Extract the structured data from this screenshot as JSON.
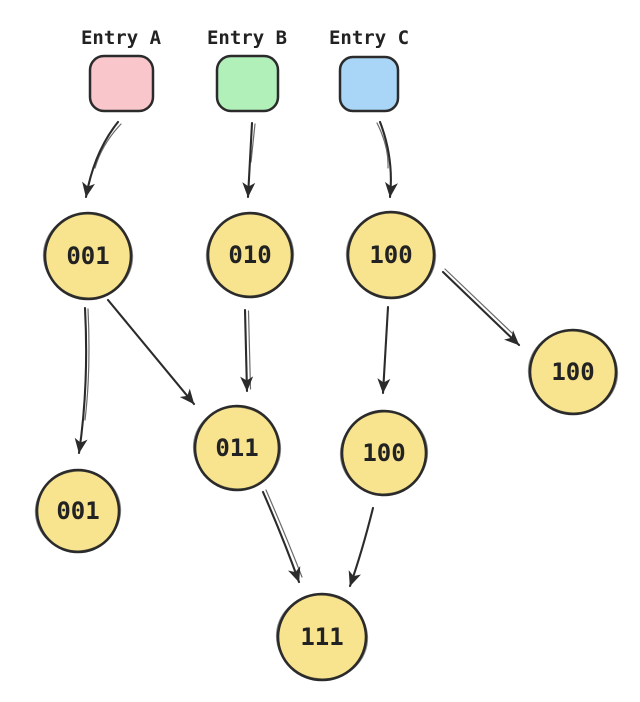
{
  "diagram": {
    "colors": {
      "background": "#ffffff",
      "stroke": "#2b2b2b",
      "text": "#222222",
      "node_fill": "#f8e48f",
      "entry_pink": "#f9c7cb",
      "entry_green": "#b2f0ba",
      "entry_blue": "#a9d6f7"
    },
    "node_fill": "#f8e48f",
    "entries": [
      {
        "id": "entry-a",
        "label": "Entry A",
        "fill": "#f9c7cb"
      },
      {
        "id": "entry-b",
        "label": "Entry B",
        "fill": "#b2f0ba"
      },
      {
        "id": "entry-c",
        "label": "Entry C",
        "fill": "#a9d6f7"
      }
    ],
    "nodes": [
      {
        "id": "hash-001-top",
        "label": "001"
      },
      {
        "id": "hash-010",
        "label": "010"
      },
      {
        "id": "hash-100-top",
        "label": "100"
      },
      {
        "id": "hash-011",
        "label": "011"
      },
      {
        "id": "hash-100-mid",
        "label": "100"
      },
      {
        "id": "hash-100-right",
        "label": "100"
      },
      {
        "id": "hash-001-bottom",
        "label": "001"
      },
      {
        "id": "hash-111",
        "label": "111"
      }
    ],
    "edges": [
      {
        "from": "entry-a",
        "to": "hash-001-top"
      },
      {
        "from": "entry-b",
        "to": "hash-010"
      },
      {
        "from": "entry-c",
        "to": "hash-100-top"
      },
      {
        "from": "hash-001-top",
        "to": "hash-001-bottom"
      },
      {
        "from": "hash-001-top",
        "to": "hash-011"
      },
      {
        "from": "hash-010",
        "to": "hash-011"
      },
      {
        "from": "hash-100-top",
        "to": "hash-100-mid"
      },
      {
        "from": "hash-100-top",
        "to": "hash-100-right"
      },
      {
        "from": "hash-011",
        "to": "hash-111"
      },
      {
        "from": "hash-100-mid",
        "to": "hash-111"
      }
    ]
  }
}
